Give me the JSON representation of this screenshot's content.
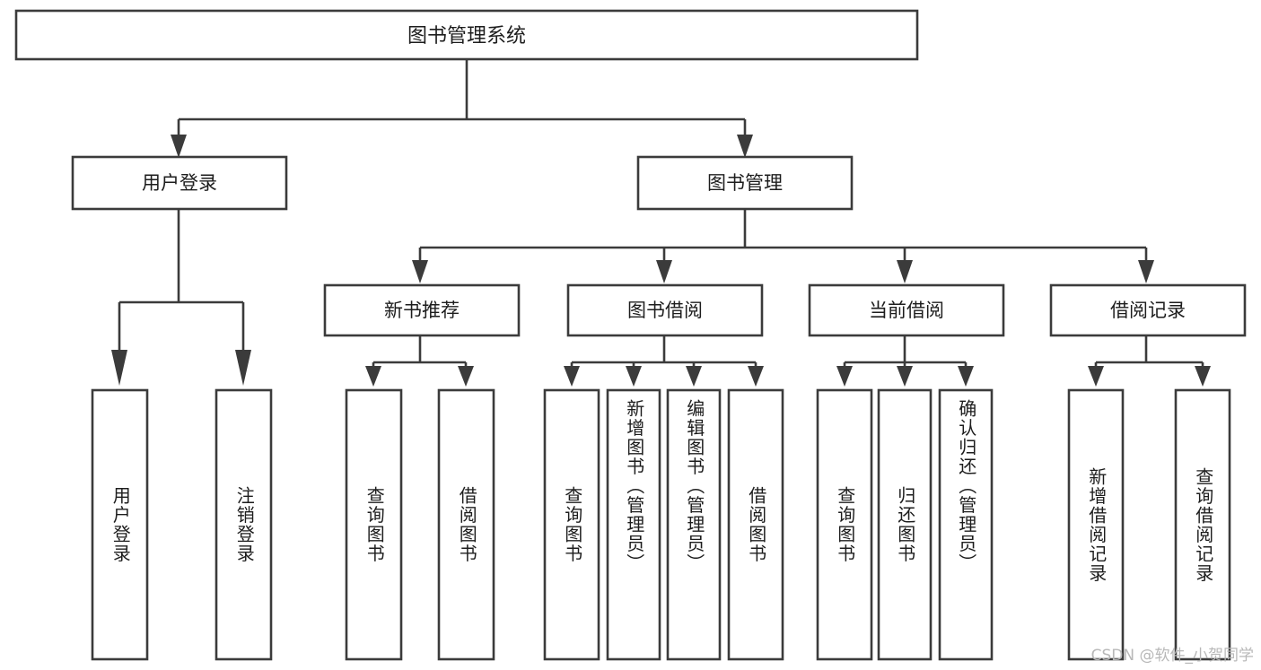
{
  "diagram": {
    "type": "tree",
    "title": "图书管理系统",
    "watermark": "CSDN @软件_小贺同学",
    "colors": {
      "background": "#ffffff",
      "box_fill": "#ffffff",
      "box_stroke": "#3b3b3b",
      "text": "#1d1d1d",
      "watermark": "#b8b8b8"
    },
    "root": {
      "id": "root",
      "label": "图书管理系统",
      "orientation": "horizontal"
    },
    "level1": [
      {
        "id": "user-login",
        "label": "用户登录",
        "orientation": "horizontal"
      },
      {
        "id": "book-manage",
        "label": "图书管理",
        "orientation": "horizontal"
      }
    ],
    "level2": [
      {
        "id": "new-book-recommend",
        "label": "新书推荐",
        "orientation": "horizontal",
        "parent": "book-manage"
      },
      {
        "id": "book-borrow",
        "label": "图书借阅",
        "orientation": "horizontal",
        "parent": "book-manage"
      },
      {
        "id": "current-borrow",
        "label": "当前借阅",
        "orientation": "horizontal",
        "parent": "book-manage"
      },
      {
        "id": "borrow-record",
        "label": "借阅记录",
        "orientation": "horizontal",
        "parent": "book-manage"
      }
    ],
    "leaves": [
      {
        "id": "leaf-user-login",
        "label": "用户登录",
        "parent": "user-login"
      },
      {
        "id": "leaf-user-logout",
        "label": "注销登录",
        "parent": "user-login"
      },
      {
        "id": "leaf-query-book-1",
        "label": "查询图书",
        "parent": "new-book-recommend"
      },
      {
        "id": "leaf-borrow-book-1",
        "label": "借阅图书",
        "parent": "new-book-recommend"
      },
      {
        "id": "leaf-query-book-2",
        "label": "查询图书",
        "parent": "book-borrow"
      },
      {
        "id": "leaf-add-book",
        "label": "新增图书（管理员）",
        "parent": "book-borrow"
      },
      {
        "id": "leaf-edit-book",
        "label": "编辑图书（管理员）",
        "parent": "book-borrow"
      },
      {
        "id": "leaf-borrow-book-2",
        "label": "借阅图书",
        "parent": "book-borrow"
      },
      {
        "id": "leaf-query-book-3",
        "label": "查询图书",
        "parent": "current-borrow"
      },
      {
        "id": "leaf-return-book",
        "label": "归还图书",
        "parent": "current-borrow"
      },
      {
        "id": "leaf-confirm-return",
        "label": "确认归还（管理员）",
        "parent": "current-borrow"
      },
      {
        "id": "leaf-add-record",
        "label": "新增借阅记录",
        "parent": "borrow-record"
      },
      {
        "id": "leaf-query-record",
        "label": "查询借阅记录",
        "parent": "borrow-record"
      }
    ]
  }
}
